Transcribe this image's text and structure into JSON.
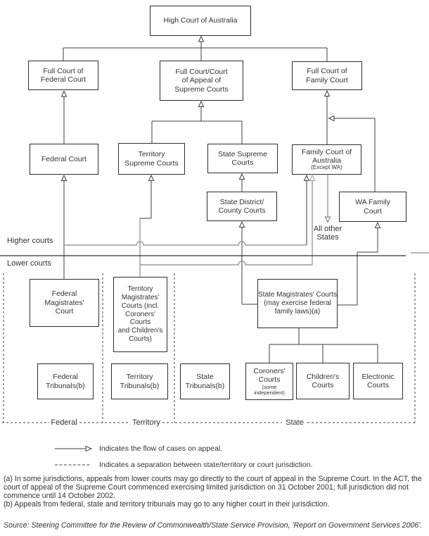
{
  "nodes": {
    "high_court": {
      "label": "High Court of Australia"
    },
    "fc_federal": {
      "label": "Full Court of\nFederal Court"
    },
    "fc_appeal": {
      "label": "Full Court/Court\nof Appeal of\nSupreme Courts"
    },
    "fc_family": {
      "label": "Full Court of\nFamily Court"
    },
    "federal_court": {
      "label": "Federal Court"
    },
    "territory_supreme": {
      "label": "Territory\nSupreme Courts"
    },
    "state_supreme": {
      "label": "State Supreme\nCourts"
    },
    "family_court_aus": {
      "label": "Family Court of\nAustralia",
      "sublabel": "(Except WA)"
    },
    "state_district": {
      "label": "State District/\nCounty Courts"
    },
    "wa_family": {
      "label": "WA Family\nCourt"
    },
    "federal_magistrates": {
      "label": "Federal\nMagistrates'\nCourt"
    },
    "territory_magistrates": {
      "label": "Territory\nMagistrates'\nCourts (incl.\nCoroners' Courts\nand Children's\nCourts)"
    },
    "state_magistrates": {
      "label": "State Magistrates' Courts\n(may exercise federal\nfamily laws)(a)"
    },
    "federal_tribunals": {
      "label": "Federal\nTribunals(b)"
    },
    "territory_tribunals": {
      "label": "Territory\nTribunals(b)"
    },
    "state_tribunals": {
      "label": "State\nTribunals(b)"
    },
    "coroners_courts": {
      "label": "Coroners'\nCourts",
      "sublabel": "(some independent)"
    },
    "childrens_courts": {
      "label": "Children's\nCourts"
    },
    "electronic_courts": {
      "label": "Electronic\nCourts"
    }
  },
  "labels": {
    "higher_courts": "Higher courts",
    "lower_courts": "Lower courts",
    "all_other_states": "All other\nStates",
    "section_federal": "Federal",
    "section_territory": "Territory",
    "section_state": "State"
  },
  "legend": [
    {
      "symbol": "appeal-arrow",
      "text": "Indicates the flow of cases on appeal."
    },
    {
      "symbol": "dashed-line",
      "text": "Indicates a separation between state/territory or court jurisdiction."
    }
  ],
  "notes": {
    "a": "(a) In some jurisdictions, appeals from lower courts may go directly to the court of appeal in the Supreme Court. In the ACT, the\ncourt of appeal of the Supreme Court commenced exercising limited jurisdiction on 31 October 2001; full jurisdiction did not\ncommence until 14 October 2002.",
    "b": "(b) Appeals from federal, state and territory tribunals may go to any higher court in their jurisdiction."
  },
  "source": "Source: Steering Committee for the Review of Commonwealth/State Service Provision, 'Report on Government Services 2006'.",
  "colors": {
    "line_dark": "#3c3c3c",
    "line_gray": "#9b9b9b",
    "text": "#333333"
  }
}
